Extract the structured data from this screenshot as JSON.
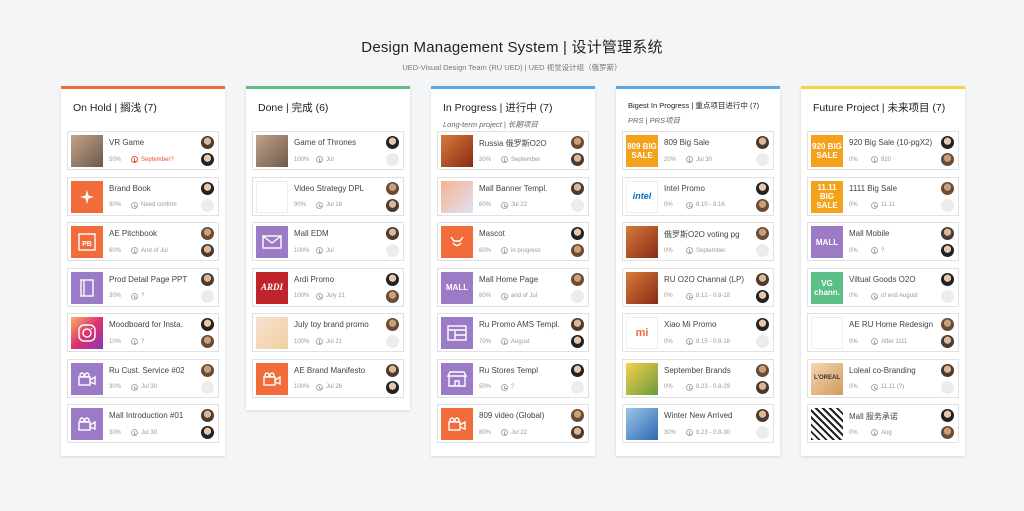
{
  "header": {
    "title": "Design Management System | 设计管理系统",
    "subtitle": "UED-Visual Design Team (RU UED)  | UED 视觉设计组（俄罗斯）"
  },
  "columns": [
    {
      "title": "On Hold | 搁浅 (7)",
      "accent": "#f26b3a",
      "cards": [
        {
          "name": "VR Game",
          "pct": "50%",
          "date": "September?",
          "late": true,
          "thumb": "bg-photo"
        },
        {
          "name": "Brand Book",
          "pct": "90%",
          "date": "Need confirm",
          "thumb": "bg-orange",
          "icon": "sparkle-icon"
        },
        {
          "name": "AE Pitchbook",
          "pct": "60%",
          "date": "And of Jul",
          "thumb": "bg-orange",
          "icon": "pb-icon",
          "text": "PB"
        },
        {
          "name": "Prod Detail Page PPT",
          "pct": "30%",
          "date": "?",
          "thumb": "bg-purple",
          "icon": "book-icon"
        },
        {
          "name": "Moodboard for Insta.",
          "pct": "10%",
          "date": "?",
          "thumb": "bg-pink",
          "icon": "instagram-icon"
        },
        {
          "name": "Ru Cust. Service #02",
          "pct": "30%",
          "date": "Jul 30",
          "thumb": "bg-purple",
          "icon": "camera-icon"
        },
        {
          "name": "Mall Introduction #01",
          "pct": "30%",
          "date": "Jul 30",
          "thumb": "bg-purple",
          "icon": "camera-icon"
        }
      ]
    },
    {
      "title": "Done | 完成 (6)",
      "accent": "#5cbf86",
      "cards": [
        {
          "name": "Game of Thrones",
          "pct": "100%",
          "date": "Jul",
          "thumb": "bg-photo"
        },
        {
          "name": "Video Strategy DPL",
          "pct": "90%",
          "date": "Jul 18",
          "thumb": "bg-white",
          "icon": "camera-icon"
        },
        {
          "name": "Mall EDM",
          "pct": "100%",
          "date": "Jul",
          "thumb": "bg-purple",
          "icon": "mail-icon"
        },
        {
          "name": "Ardi Promo",
          "pct": "100%",
          "date": "July 21",
          "thumb": "bg-ardi",
          "text": "ARDI"
        },
        {
          "name": "July toy brand promo",
          "pct": "100%",
          "date": "Jul 21",
          "thumb": "bg-light"
        },
        {
          "name": "AE Brand Manifesto",
          "pct": "100%",
          "date": "Jul 26",
          "thumb": "bg-orange",
          "icon": "camera-icon"
        }
      ]
    },
    {
      "title": "In Progress | 进行中 (7)",
      "subtitle": "Long-term project | 长期项目",
      "accent": "#5aa9e6",
      "cards": [
        {
          "name": "Russia 俄罗斯O2O",
          "pct": "30%",
          "date": "September",
          "thumb": "bg-photo2"
        },
        {
          "name": "Mall Banner Templ.",
          "pct": "60%",
          "date": "Jul 22",
          "thumb": "bg-sky"
        },
        {
          "name": "Mascot",
          "pct": "60%",
          "date": "in progress",
          "thumb": "bg-orange",
          "icon": "fox-icon"
        },
        {
          "name": "Mall Home Page",
          "pct": "80%",
          "date": "and of Jul",
          "thumb": "bg-purple",
          "text": "MALL"
        },
        {
          "name": "Ru Promo AMS Templ.",
          "pct": "70%",
          "date": "August",
          "thumb": "bg-purple",
          "icon": "layout-icon"
        },
        {
          "name": "Ru Stores Templ",
          "pct": "50%",
          "date": "?",
          "thumb": "bg-purple",
          "icon": "store-icon"
        },
        {
          "name": "809 video (Global)",
          "pct": "80%",
          "date": "Jul 22",
          "thumb": "bg-orange",
          "icon": "camera-icon"
        }
      ]
    },
    {
      "title": "Bigest In Progress | 重点项目进行中 (7)",
      "subtitle": "PRS | PRS项目",
      "accent": "#5aa9e6",
      "small": true,
      "cards": [
        {
          "name": "809 Big Sale",
          "pct": "20%",
          "date": "Jul 30",
          "thumb": "bg-yellow",
          "text": "809 BIG SALE"
        },
        {
          "name": "Intel Promo",
          "pct": "0%",
          "date": "8.10 - 8.16",
          "thumb": "bg-white",
          "text": "intel",
          "cls": "intel"
        },
        {
          "name": "俄罗斯O2O voting pg",
          "pct": "0%",
          "date": "September",
          "thumb": "bg-photo2"
        },
        {
          "name": "RU O2O Channal (LP)",
          "pct": "0%",
          "date": "8.12 - 0.8-18",
          "thumb": "bg-photo2"
        },
        {
          "name": "Xiao Mi Promo",
          "pct": "0%",
          "date": "8.15 - 0.8-18",
          "thumb": "bg-white",
          "text": "mi",
          "cls": "mi"
        },
        {
          "name": "September Brands",
          "pct": "0%",
          "date": "8.23 - 0.8-29",
          "thumb": "bg-yellowphoto"
        },
        {
          "name": "Winter New Arrived",
          "pct": "30%",
          "date": "8.23 - 0.8-30",
          "thumb": "bg-blue"
        }
      ]
    },
    {
      "title": "Future Project | 未来项目 (7)",
      "accent": "#f2d544",
      "cards": [
        {
          "name": "920 Big Sale (10-pgX2)",
          "pct": "0%",
          "date": "920",
          "thumb": "bg-yellow",
          "text": "920 BIG SALE"
        },
        {
          "name": "1111 Big Sale",
          "pct": "0%",
          "date": "11.11",
          "thumb": "bg-yellow",
          "text": "11.11 BIG SALE"
        },
        {
          "name": "Mall Mobile",
          "pct": "0%",
          "date": "?",
          "thumb": "bg-purple",
          "text": "MALL"
        },
        {
          "name": "Viltual Goods O2O",
          "pct": "0%",
          "date": "of end August",
          "thumb": "bg-green",
          "text": "VG chann."
        },
        {
          "name": "AE RU Home Redesign",
          "pct": "0%",
          "date": "After 1111",
          "thumb": "bg-white"
        },
        {
          "name": "Loleal co-Branding",
          "pct": "0%",
          "date": "11.11 (?)",
          "thumb": "bg-loreal",
          "text": "L'OREAL"
        },
        {
          "name": "Mall 服务承诺",
          "pct": "0%",
          "date": "Aug",
          "thumb": "bg-stripe"
        }
      ]
    }
  ]
}
